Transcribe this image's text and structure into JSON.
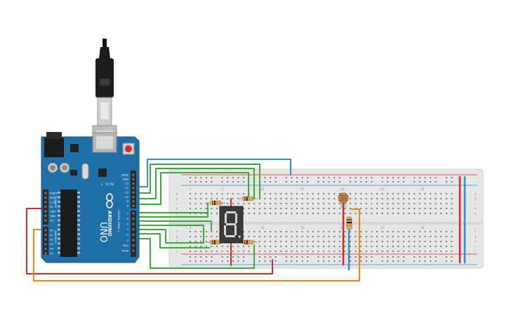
{
  "arduino": {
    "brand": "ARDUINO",
    "model": "UNO",
    "digital_label": "DIGITAL (PWM~)",
    "power_label": "POWER",
    "analog_label": "ANALOG IN",
    "led_tx": "TX",
    "led_rx": "RX",
    "led_l": "L",
    "top_header_pins": [
      "AREF",
      "GND",
      "13",
      "12",
      "~11",
      "~10",
      "~9",
      "8"
    ],
    "mid_header_pins": [
      "7",
      "~6",
      "~5",
      "4",
      "~3",
      "2",
      "TX▸1",
      "RX◂0"
    ],
    "power_pins": [
      "IOREF",
      "RESET",
      "3.3V",
      "5V",
      "GND",
      "GND",
      "Vin"
    ],
    "analog_pins": [
      "A0",
      "A1",
      "A2",
      "A3",
      "A4",
      "A5"
    ]
  },
  "breadboard": {
    "column_numbers": [
      "1",
      "5",
      "10",
      "15",
      "20",
      "25",
      "30"
    ],
    "row_letters_top": [
      "a",
      "b",
      "c",
      "d",
      "e"
    ],
    "row_letters_bottom": [
      "f",
      "g",
      "h",
      "i",
      "j"
    ]
  },
  "display": {
    "digit": "8"
  },
  "colors": {
    "board": "#1f6fa8",
    "breadboard": "#e6e6e6",
    "wire_green": "#3aaa3a",
    "wire_red": "#cc2b2b",
    "wire_orange": "#e8860f",
    "wire_blue": "#2f8fcf"
  }
}
